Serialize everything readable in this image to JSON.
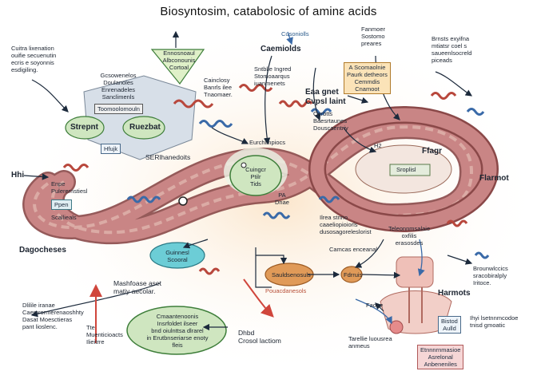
{
  "title": "Biosyntosim, catabolosic of aminε acids",
  "labels": {
    "top_left_note": [
      "Cuitra lixenation",
      "ouifie secuenutin",
      "ecris e soyonnis",
      "esdigiling."
    ],
    "tri_top": [
      "Ennosnoaul",
      "Albconounis",
      "Cortoal"
    ],
    "shield_lines": [
      "Gcsowenelos",
      "Doulanoles",
      "Enrenadeles",
      "Sanclimenls"
    ],
    "shield_box": "Toomoolomouln",
    "strpent": "Strepnt",
    "ruezbat": "Ruezbat",
    "hfujk": "Hfujk",
    "caindosy": [
      "Cainclosy",
      "Banrls ilee",
      "Tnaomaer."
    ],
    "top_blue": "Cusoniolls",
    "caemiolds": "Caemiolds",
    "caem_sub": [
      "Sntblle Ingred",
      "Stomoaarqus",
      "iuanmenets"
    ],
    "top_right_small": [
      "Fanmoer",
      "Sostomo",
      "preares"
    ],
    "top_right_note": [
      "Brnsts exyifna",
      "mtiatsr coel s",
      "saueenlsocreld",
      "piceads"
    ],
    "orange_top_right": [
      "A Scomaolnie",
      "Paurk detheors",
      "Cemmdis",
      "Cnamoot"
    ],
    "eae_gnet": [
      "Eaa gnet",
      "Cvpsl laint"
    ],
    "cerbtts": [
      "Cerbtts",
      "Baesrtaunes",
      "Douscaentriy"
    ],
    "ring_mid": "Eurchimpiocs",
    "h2": "H2",
    "ffagr": "Ffagr",
    "ring_box": "Sroplisl",
    "flarmot": "Flarmot",
    "hhi": "Hhi",
    "enpe": [
      "Enpe",
      "Pulerernstiesl"
    ],
    "ppe_box": "Ppen",
    "scallieals": "Scallieals",
    "serial": "SERlhanedoits",
    "center_green": [
      "Cuingcr",
      "Ptilr",
      "Tids"
    ],
    "pa_dnae": [
      "PA",
      "Dnae"
    ],
    "right_mid": [
      "Ilrea stnno",
      "caaeliopioiorls",
      "dusosagoreleslorist"
    ],
    "teleom": [
      "Teleonnmsalaie",
      "oxfilis",
      "erasosdes"
    ],
    "dagocheses": "Dagocheses",
    "cyan_ellipse": [
      "Guinnesl",
      "Scooral"
    ],
    "camcas": "Camcas enceanal",
    "mashfoase": [
      "Mashfoase aset",
      "matiy aecolar."
    ],
    "sauld": "Sauldsenosuls",
    "poracocts": "Pouacdanesols",
    "pos_right": "Fdrruis",
    "harmots": "Harmots",
    "faone": "Faone",
    "brownic": [
      "Brounwlccics",
      "sracobiralply",
      "Iritoce."
    ],
    "right_box": [
      "Bistod",
      "Aulld"
    ],
    "right_text_low": [
      "Ihyi lsetnnmcodoe",
      "tnisd gmoatic"
    ],
    "bottom_left_note": [
      "Dlilile iranae",
      "Caemrormerenaoshhty",
      "Dasat Moesctieras",
      "pant lioslenc."
    ],
    "bottom_green": [
      "Cmaantenoonis",
      "Insrfoldet ilseer",
      "bnd oiulnttsa dlrarel",
      "in Erutbnseriarse enoty",
      "fleis"
    ],
    "bottom_mid": [
      "Dhbd",
      "Crosol lactiom"
    ],
    "bottom_left2": [
      "Tte",
      "Muenticioacts",
      "Ilieitrre"
    ],
    "bottom_center_small": [
      "Tarellie luousrea",
      "anmeus"
    ],
    "pink_box": [
      "Etnnnrnmasioe",
      "Asrelonal",
      "Anbeneniles"
    ]
  },
  "colors": {
    "band": "#c98585",
    "band_edge": "#8a4848",
    "band_inner": "#d9a6a0",
    "green": "#cfe6c0",
    "green_edge": "#3e7e3a",
    "cyan": "#6ccdd6",
    "cyan_edge": "#2a7a86",
    "orange": "#e09a58",
    "orange_edge": "#9c5a22",
    "arrow": "#1c2a3c",
    "helix_red": "#b8473c",
    "helix_blue": "#3a6aa8",
    "shield": "#d7dfe8",
    "warm_bg": "#fbeedb"
  }
}
